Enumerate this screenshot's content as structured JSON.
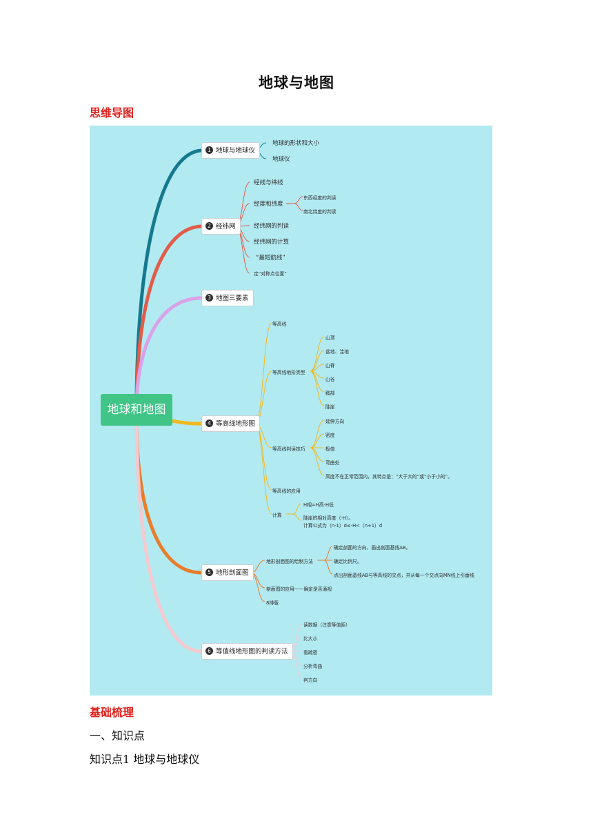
{
  "title": "地球与地图",
  "sections": {
    "mindmap_heading": "思维导图",
    "basics_heading": "基础梳理",
    "knowledge_heading": "一、知识点",
    "kp1": "知识点1  地球与地球仪"
  },
  "mindmap": {
    "root": "地球和地图",
    "branches": [
      {
        "num": "1",
        "label": "地球与地球仪",
        "color": "#17798e"
      },
      {
        "num": "2",
        "label": "经纬网",
        "color": "#e25c4a"
      },
      {
        "num": "3",
        "label": "地图三要素",
        "color": "#d9a2e8"
      },
      {
        "num": "4",
        "label": "等高线地形图",
        "color": "#f3b81b"
      },
      {
        "num": "5",
        "label": "地形剖面图",
        "color": "#e87d2a"
      },
      {
        "num": "6",
        "label": "等值线地形图的判读方法",
        "color": "#f4c9d0"
      }
    ],
    "b1": [
      "地球的形状和大小",
      "地球仪"
    ],
    "b2": {
      "items": [
        "经线与纬线",
        "经度和纬度",
        "经纬网的判读",
        "经纬网的计算",
        "“最短航线”",
        "定“对称点位置”"
      ],
      "sub": [
        "东西经度的判读",
        "南北纬度的判读"
      ]
    },
    "b4": {
      "items": [
        "等高线",
        "等高线地形类型",
        "等高线判读技巧",
        "等高线的应用",
        "计算"
      ],
      "types": [
        "山顶",
        "盆地、洼地",
        "山脊",
        "山谷",
        "鞍部",
        "陡崖"
      ],
      "skills": [
        "延伸方向",
        "密度",
        "极值",
        "弯曲处",
        "高度不在正常范围内，其特点是：“大于大的”或“小于小的”。"
      ],
      "calc": [
        "H相=H高-H低",
        "陡崖的相对高度（-H）。",
        "计算公式为（n-1）d≤-H<（n+1）d"
      ]
    },
    "b5": {
      "items": [
        "地形剖面图的绘制方法",
        "剖面图的应用——确定是否通视",
        "8排版"
      ],
      "method": [
        "确定剖面的方向，画出剖面基线AB。",
        "确定比例尺。",
        "点出剖面基线AB与等高线的交点，并从每一个交点向MN线上引垂线"
      ]
    },
    "b6": [
      "读数据（注意等值距）",
      "比大小",
      "看疏密",
      "分析弯曲",
      "判方向"
    ]
  }
}
